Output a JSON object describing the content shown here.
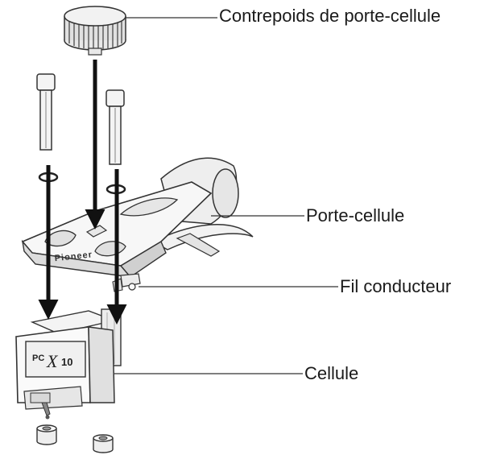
{
  "labels": {
    "counterweight": "Contrepoids de porte-cellule",
    "headshell": "Porte-cellule",
    "lead_wire": "Fil conducteur",
    "cartridge": "Cellule"
  },
  "cartridge_model": {
    "prefix": "PC",
    "model": "X",
    "number": "10"
  },
  "colors": {
    "ink": "#1a1a1a",
    "line": "#333333",
    "part_fill": "#f4f4f4",
    "shade": "#d6d6d6"
  }
}
